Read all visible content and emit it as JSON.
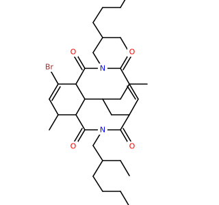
{
  "molecule": {
    "atoms": [
      {
        "id": "o_top_left",
        "symbol": "O",
        "color": "#ff0000"
      },
      {
        "id": "n_top",
        "symbol": "N",
        "color": "#0000ff"
      },
      {
        "id": "o_top_right",
        "symbol": "O",
        "color": "#ff0000"
      },
      {
        "id": "br",
        "symbol": "Br",
        "color": "#a52a2a"
      },
      {
        "id": "o_bottom_left",
        "symbol": "O",
        "color": "#ff0000"
      },
      {
        "id": "n_bottom",
        "symbol": "N",
        "color": "#0000ff"
      },
      {
        "id": "o_bottom_right",
        "symbol": "O",
        "color": "#ff0000"
      }
    ]
  }
}
